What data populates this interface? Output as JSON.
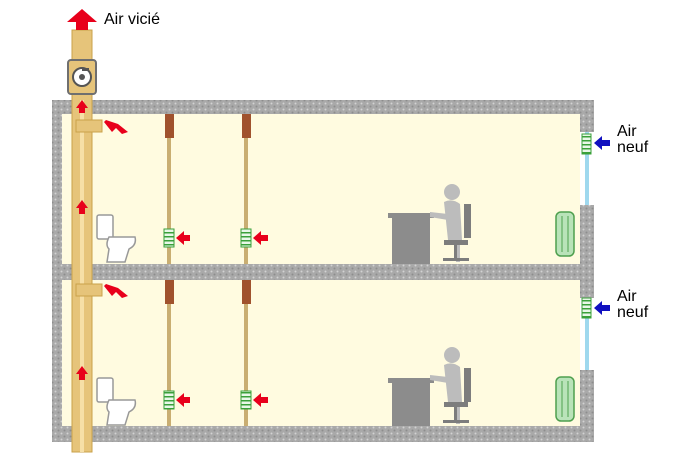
{
  "labels": {
    "exhaust": "Air vicié",
    "fresh_line1": "Air",
    "fresh_line2": "neuf"
  },
  "colors": {
    "wall": "#a9a9a9",
    "room": "#fffbe0",
    "duct": "#e6c47a",
    "duct_edge": "#c9a24a",
    "arrow_exhaust": "#e8001b",
    "arrow_fresh": "#1010c0",
    "window": "#9fd8ee",
    "vent": "#8fd08f",
    "furniture": "#8c8c8c",
    "person": "#bcbcbc"
  },
  "icons": [
    "fan-icon",
    "toilet-icon",
    "desk-icon",
    "person-icon",
    "radiator-icon",
    "vent-grille-icon",
    "arrow-icon"
  ]
}
